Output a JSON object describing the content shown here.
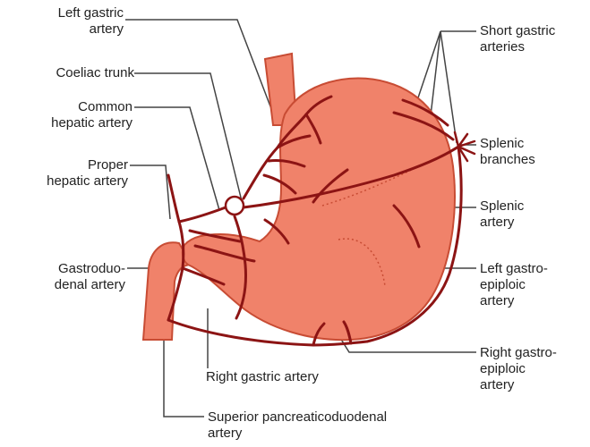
{
  "diagram": {
    "colors": {
      "stomach_fill": "#f0826a",
      "stomach_stroke": "#c84c34",
      "artery": "#8c1414",
      "leader": "#444444",
      "label_text": "#222222"
    },
    "labels": {
      "left_gastric_artery": "Left gastric\nartery",
      "coeliac_trunk": "Coeliac trunk",
      "common_hepatic_artery": "Common\nhepatic artery",
      "proper_hepatic_artery": "Proper\nhepatic artery",
      "gastroduodenal_artery": "Gastroduo-\ndenal artery",
      "short_gastric_arteries": "Short gastric\narteries",
      "splenic_branches": "Splenic\nbranches",
      "splenic_artery": "Splenic\nartery",
      "left_gastroepiploic_artery": "Left gastro-\nepiploic\nartery",
      "right_gastroepiploic_artery": "Right gastro-\nepiploic\nartery",
      "right_gastric_artery": "Right gastric artery",
      "superior_pancreaticoduodenal_artery": "Superior pancreaticoduodenal\nartery"
    }
  }
}
